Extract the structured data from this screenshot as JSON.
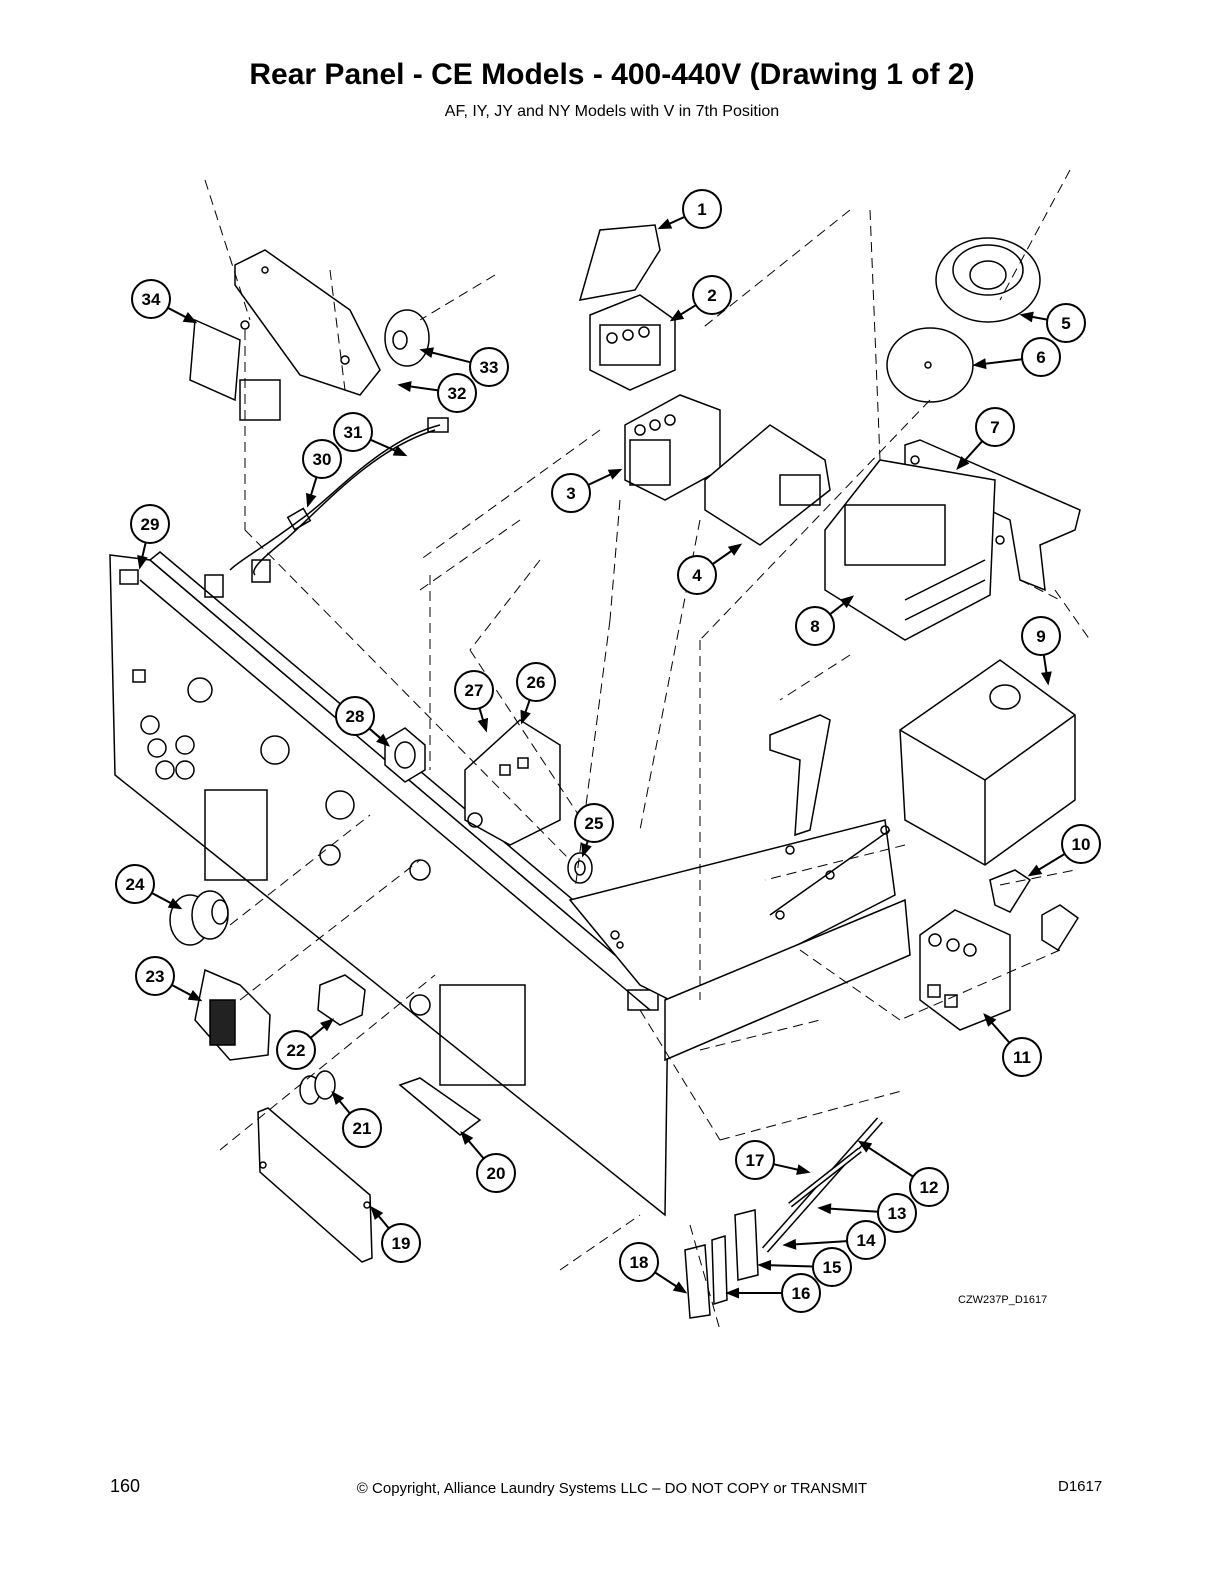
{
  "title": "Rear Panel - CE Models - 400-440V (Drawing 1 of 2)",
  "subtitle": "AF, IY, JY and NY Models with V in 7th Position",
  "drawing_id": "CZW237P_D1617",
  "footer": {
    "page_number": "160",
    "copyright": "© Copyright, Alliance Laundry Systems LLC – DO NOT COPY or TRANSMIT",
    "doc_code": "D1617"
  },
  "callouts": [
    "1",
    "2",
    "3",
    "4",
    "5",
    "6",
    "7",
    "8",
    "9",
    "10",
    "11",
    "12",
    "13",
    "14",
    "15",
    "16",
    "17",
    "18",
    "19",
    "20",
    "21",
    "22",
    "23",
    "24",
    "25",
    "26",
    "27",
    "28",
    "29",
    "30",
    "31",
    "32",
    "33",
    "34"
  ]
}
